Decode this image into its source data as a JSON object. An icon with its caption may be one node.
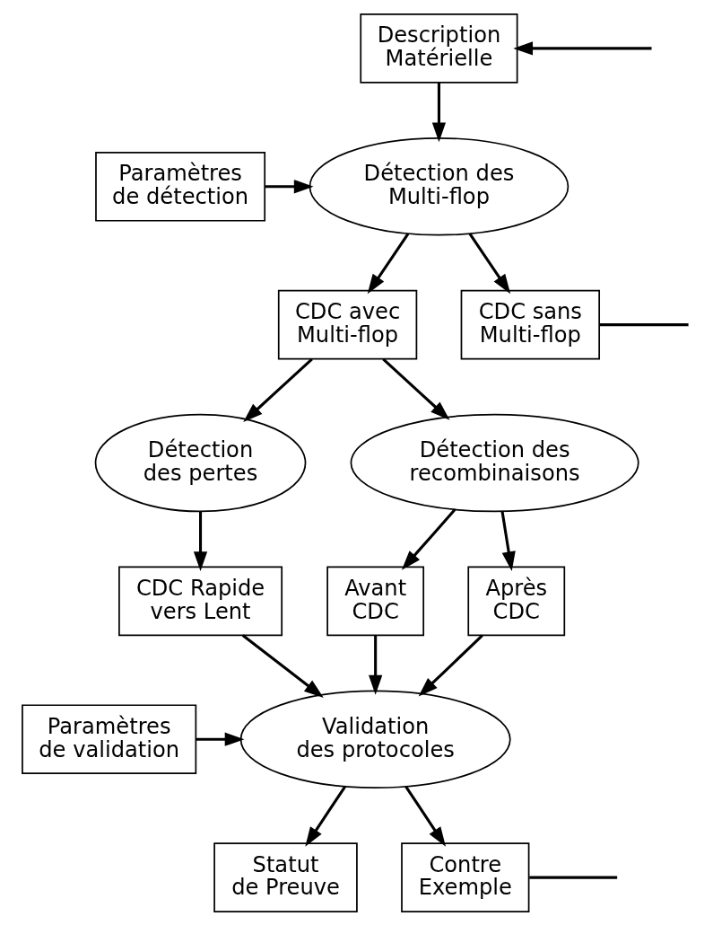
{
  "diagram": {
    "nodes": [
      {
        "text": [
          "Description Matérielle"
        ]
      },
      {
        "text": [
          "Paramètres de détection"
        ]
      },
      {
        "text": [
          "Détection des Multi-flop"
        ]
      },
      {
        "text": [
          "CDC avec Multi-flop"
        ]
      },
      {
        "text": [
          "CDC sans Multi-flop"
        ]
      },
      {
        "text": [
          "Détection des pertes"
        ]
      },
      {
        "text": [
          "Détection des recombinaisons"
        ]
      },
      {
        "text": [
          "CDC Rapide vers Lent"
        ]
      },
      {
        "text": [
          "Avant CDC"
        ]
      },
      {
        "text": [
          "Après CDC"
        ]
      },
      {
        "text": [
          "Paramètres de validation"
        ]
      },
      {
        "text": [
          "Validation des protocoles"
        ]
      },
      {
        "text": [
          "Statut de Preuve"
        ]
      },
      {
        "text": [
          "Contre Exemple"
        ]
      }
    ],
    "edges": [
      {
        "from": null,
        "to": 0,
        "arrow": "to"
      },
      {
        "from": 0,
        "to": 2,
        "arrow": "to"
      },
      {
        "from": 1,
        "to": 2,
        "arrow": "to"
      },
      {
        "from": 2,
        "to": 3,
        "arrow": "to"
      },
      {
        "from": 2,
        "to": 4,
        "arrow": "to"
      },
      {
        "from": 4,
        "to": null,
        "arrow": "none"
      },
      {
        "from": 3,
        "to": 5,
        "arrow": "to"
      },
      {
        "from": 3,
        "to": 6,
        "arrow": "to"
      },
      {
        "from": 5,
        "to": 7,
        "arrow": "to"
      },
      {
        "from": 6,
        "to": 8,
        "arrow": "to"
      },
      {
        "from": 6,
        "to": 9,
        "arrow": "to"
      },
      {
        "from": 7,
        "to": 11,
        "arrow": "to"
      },
      {
        "from": 8,
        "to": 11,
        "arrow": "to"
      },
      {
        "from": 9,
        "to": 11,
        "arrow": "to"
      },
      {
        "from": 10,
        "to": 11,
        "arrow": "to"
      },
      {
        "from": 11,
        "to": 12,
        "arrow": "to"
      },
      {
        "from": 11,
        "to": 13,
        "arrow": "to"
      },
      {
        "from": 13,
        "to": null,
        "arrow": "none"
      }
    ]
  }
}
